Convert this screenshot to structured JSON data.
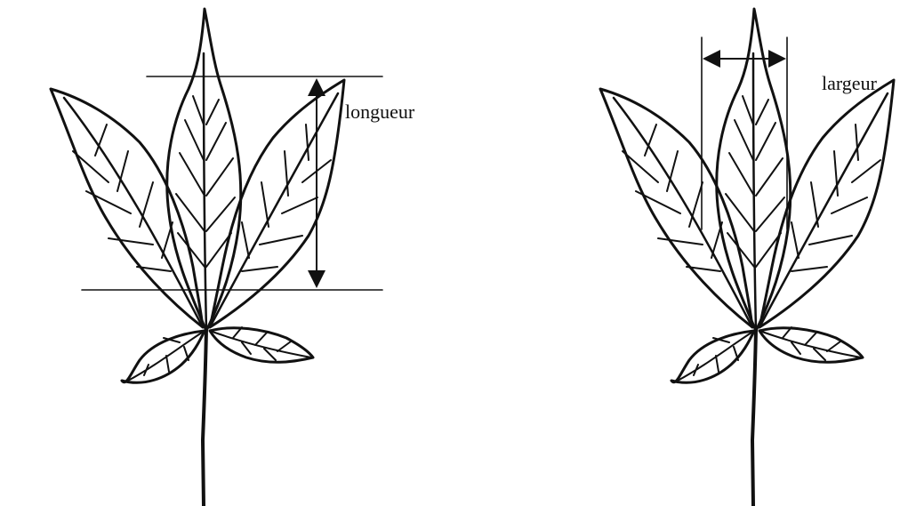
{
  "labels": {
    "length": "longueur",
    "width": "largeur"
  },
  "colors": {
    "ink": "#111111",
    "background": "#ffffff"
  },
  "icons": [
    "leaf-drawing",
    "double-arrow"
  ]
}
